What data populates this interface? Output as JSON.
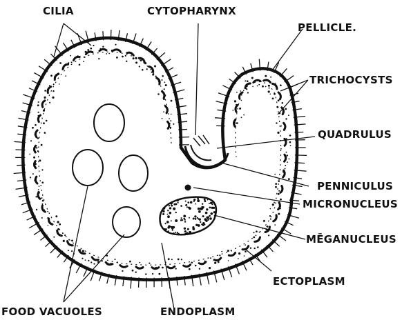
{
  "diagram": {
    "labels": {
      "cilia": "CILIA",
      "cytopharynx": "CYTOPHARYNX",
      "pellicle": "PELLICLE.",
      "trichocysts": "TRICHOCYSTS",
      "quadrulus": "QUADRULUS",
      "penniculus": "PENNICULUS",
      "micronucleus": "MICRONUCLEUS",
      "meganucleus": "MĒGANUCLEUS",
      "ectoplasm": "ECTOPLASM",
      "endoplasm": "ENDOPLASM",
      "food_vacuoles": "FOOD VACUOLES"
    },
    "colors": {
      "ink": "#111111",
      "paper": "#ffffff"
    }
  }
}
